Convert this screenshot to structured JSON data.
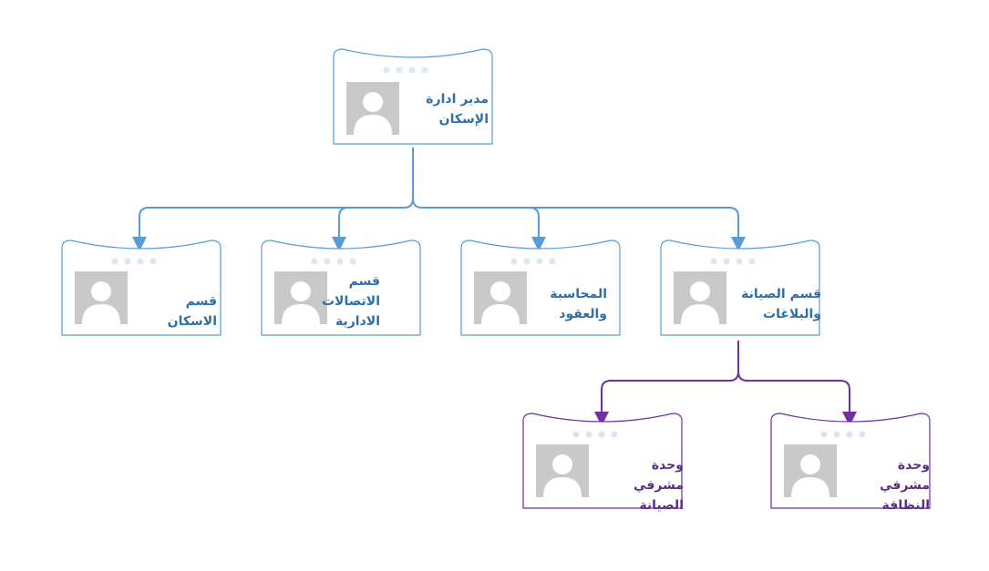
{
  "colors": {
    "blue_frame": "#5b9bd5",
    "blue_text": "#2e6fa8",
    "purple_frame": "#7030a0",
    "purple_text": "#5c2d86",
    "avatar_bg": "#c9c9c9"
  },
  "nodes": {
    "root": {
      "title": "مدير ادارة الإسكان"
    },
    "housing": {
      "title": "قسم الاسكان"
    },
    "admin_comm": {
      "title": "قسم الاتصالات الادارية"
    },
    "accounting": {
      "title": "المحاسبة والعقود"
    },
    "maintenance": {
      "title": "قسم الصيانة والبلاغات"
    },
    "maint_supervisors": {
      "title": "وحدة مشرفي الصيانة"
    },
    "cleaning_supervisors": {
      "title": "وحدة مشرفي النظافة"
    }
  }
}
